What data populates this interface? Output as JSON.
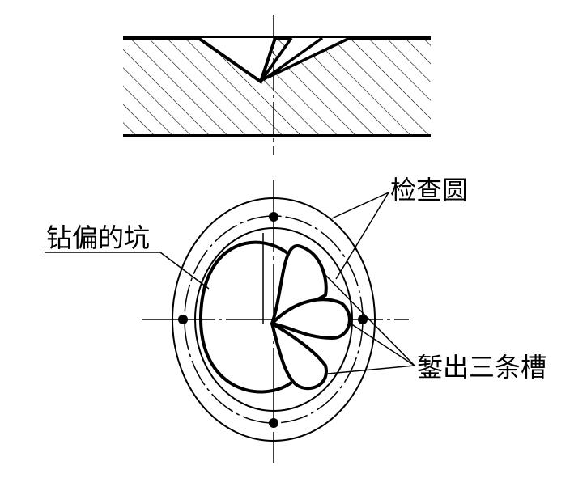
{
  "figure": {
    "labels": {
      "check_circle": "检查圆",
      "offset_pit": "钻偏的坑",
      "three_grooves": "錾出三条槽"
    },
    "colors": {
      "ink": "#000000",
      "background": "#ffffff"
    }
  }
}
